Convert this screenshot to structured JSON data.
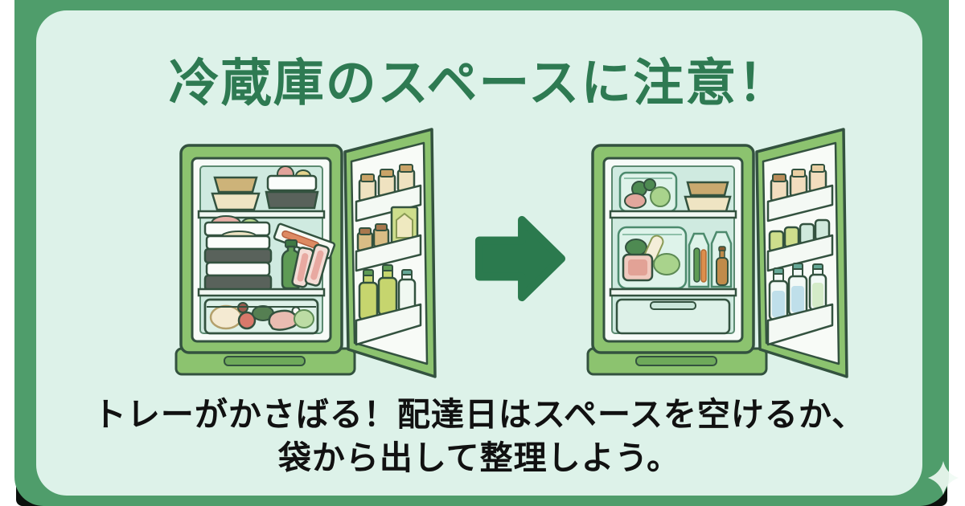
{
  "title": "冷蔵庫のスペースに注意！",
  "caption": {
    "line1": "トレーがかさばる！配達日はスペースを空けるか、",
    "line2": "袋から出して整理しよう。"
  },
  "illustrations": {
    "before": "cluttered-refrigerator-open-door",
    "after": "organized-refrigerator-open-door",
    "transition": "right-arrow-icon",
    "decoration": "sparkle-icon"
  },
  "colors": {
    "outer_background": "#ffffff",
    "card_green": "#4f9d6b",
    "panel_mint": "#ddf2e9",
    "title_green": "#2e7a52",
    "caption_black": "#111111",
    "arrow_green": "#2b7a4e",
    "fridge_body_green": "#8cc36f",
    "outline_green": "#33523f",
    "cavity_mint": "#cfeae0"
  }
}
